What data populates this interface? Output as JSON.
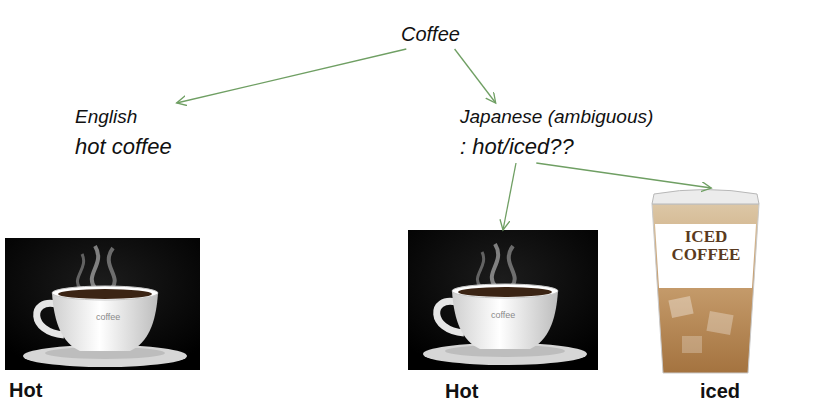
{
  "diagram": {
    "nodes": [
      {
        "text": [
          "Coffee"
        ]
      },
      {
        "text": [
          "English",
          "hot coffee"
        ]
      },
      {
        "text": [
          "Japanese (ambiguous)",
          ": hot/iced??"
        ]
      },
      {
        "text": [
          "coffee",
          "Hot"
        ]
      },
      {
        "text": [
          "coffee",
          "Hot"
        ]
      },
      {
        "text": [
          "ICED COFFEE",
          "iced"
        ]
      }
    ],
    "edges": [
      {
        "from": 0,
        "to": 1,
        "arrow": "to"
      },
      {
        "from": 0,
        "to": 2,
        "arrow": "to"
      },
      {
        "from": 2,
        "to": 4,
        "arrow": "to"
      },
      {
        "from": 2,
        "to": 5,
        "arrow": "to"
      }
    ]
  }
}
